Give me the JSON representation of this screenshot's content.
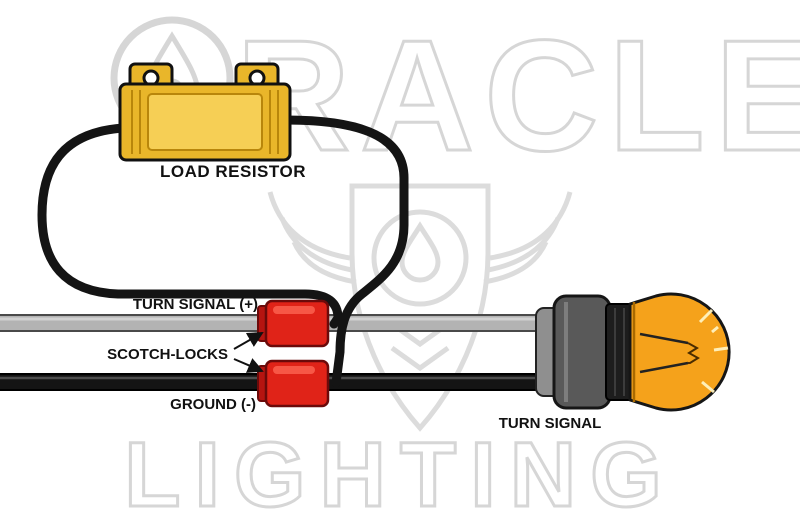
{
  "watermark": {
    "top_text": "RACLE",
    "bottom_text": "LIGHTING"
  },
  "labels": {
    "load_resistor": "LOAD RESISTOR",
    "turn_signal_plus": "TURN SIGNAL (+)",
    "scotch_locks": "SCOTCH-LOCKS",
    "ground": "GROUND (-)",
    "turn_signal": "TURN SIGNAL"
  },
  "colors": {
    "resistor_gold": "#e9b62a",
    "resistor_gold_light": "#f6cf55",
    "scotch_lock_red": "#e02318",
    "scotch_lock_dark_red": "#b51410",
    "wire_black": "#141414",
    "wire_gray": "#b3b3b3",
    "socket_gray": "#595959",
    "socket_collar_gray": "#8f8f8f",
    "bulb_amber": "#f5a21b",
    "watermark_gray": "#d6d6d6",
    "label_text": "#111111"
  }
}
